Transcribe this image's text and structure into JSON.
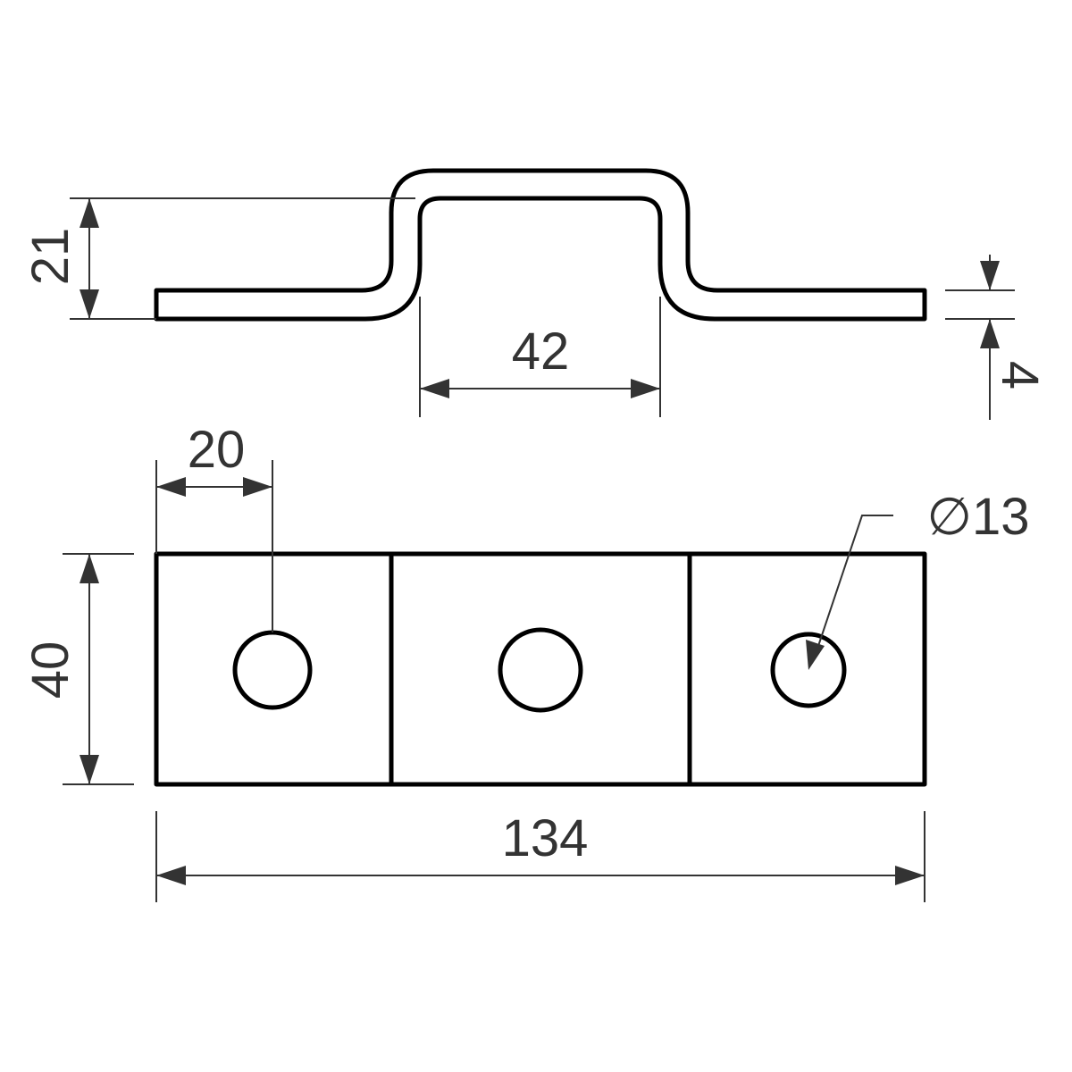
{
  "drawing": {
    "side_view": {
      "dims": {
        "height": "21",
        "inner_width": "42",
        "thickness": "4"
      }
    },
    "top_view": {
      "dims": {
        "hole_offset": "20",
        "width": "40",
        "length": "134",
        "hole_diameter": "∅13"
      }
    },
    "colors": {
      "line": "#000000",
      "dimension": "#333333",
      "background": "#ffffff"
    }
  }
}
